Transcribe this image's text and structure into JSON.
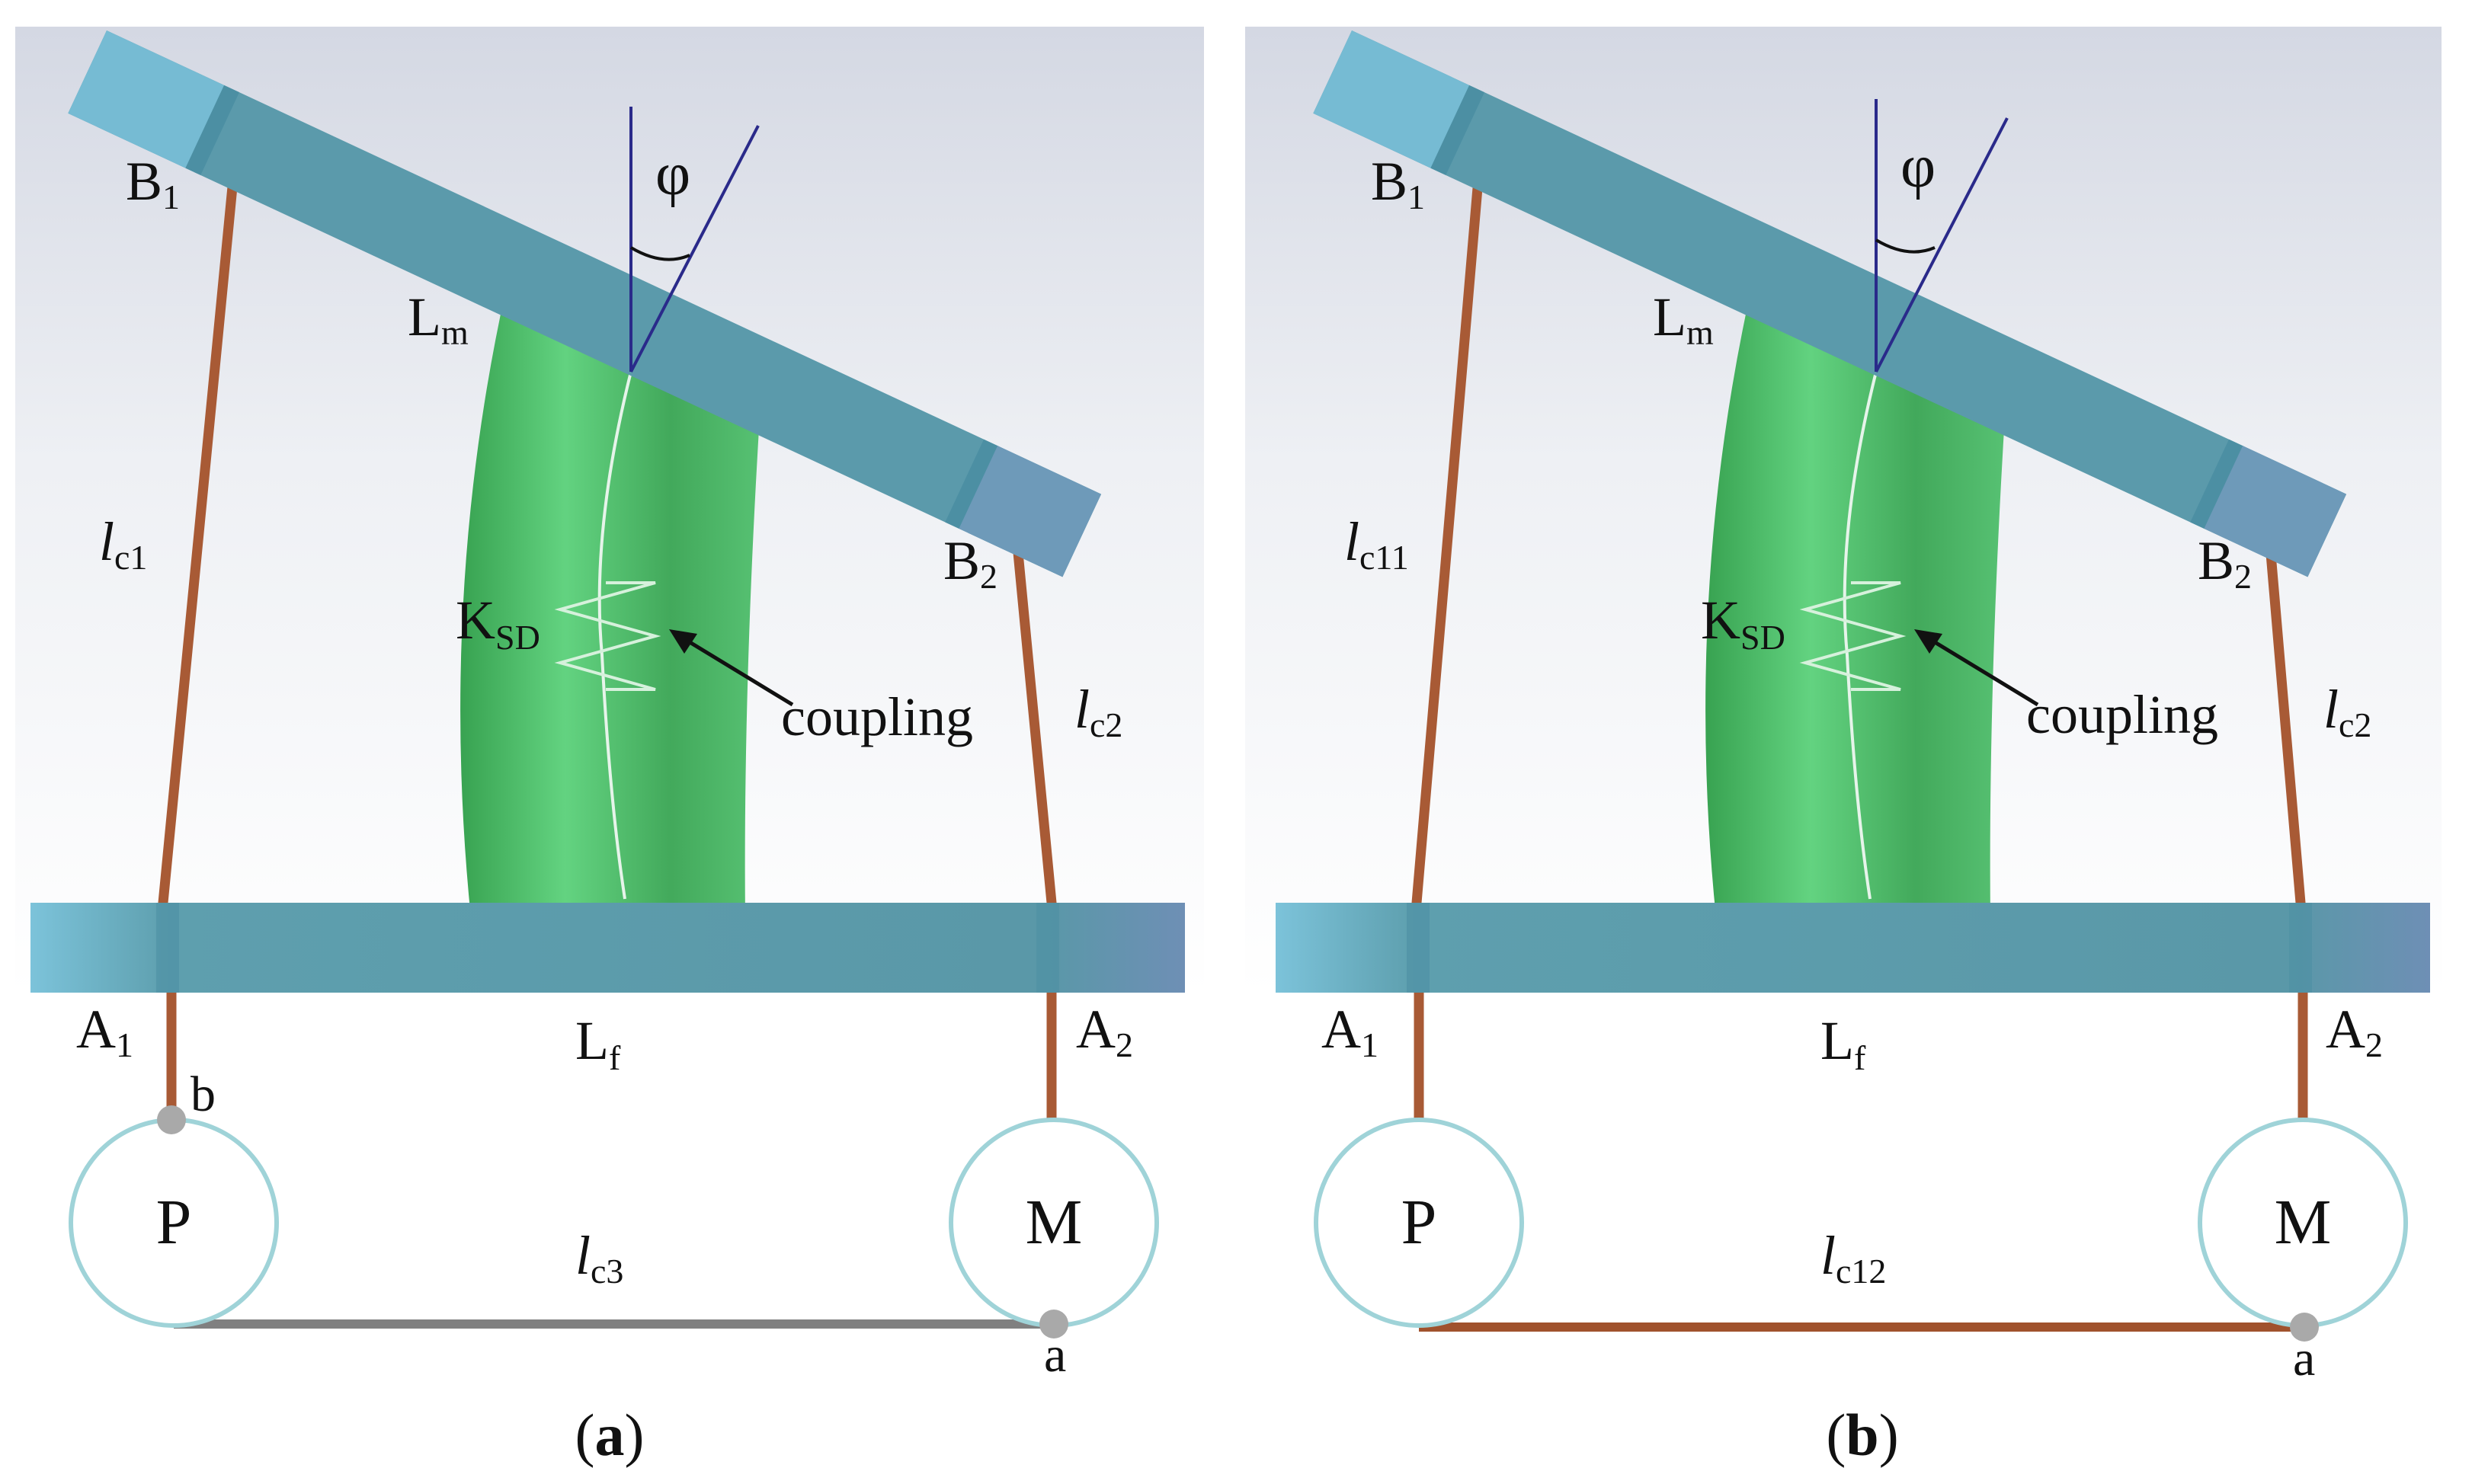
{
  "panels": [
    {
      "id": "a",
      "labels": {
        "B1": [
          "B",
          "1"
        ],
        "B2": [
          "B",
          "2"
        ],
        "A1": [
          "A",
          "1"
        ],
        "A2": [
          "A",
          "2"
        ],
        "Lm": [
          "L",
          "m"
        ],
        "Lf": [
          "L",
          "f"
        ],
        "phi": "φ",
        "ksd": [
          "K",
          "SD"
        ],
        "coupling": "coupling",
        "left_cable": [
          "l",
          "c1"
        ],
        "right_cable": [
          "l",
          "c2"
        ],
        "bottom_cable": [
          "l",
          "c3"
        ],
        "point_a": "a",
        "point_b": "b",
        "motor_P": "P",
        "motor_M": "M"
      },
      "caption": {
        "open": "(",
        "letter": "a",
        "close": ")"
      },
      "bottom_cable_color": "#808080"
    },
    {
      "id": "b",
      "labels": {
        "B1": [
          "B",
          "1"
        ],
        "B2": [
          "B",
          "2"
        ],
        "A1": [
          "A",
          "1"
        ],
        "A2": [
          "A",
          "2"
        ],
        "Lm": [
          "L",
          "m"
        ],
        "Lf": [
          "L",
          "f"
        ],
        "phi": "φ",
        "ksd": [
          "K",
          "SD"
        ],
        "coupling": "coupling",
        "left_cable": [
          "l",
          "c11"
        ],
        "right_cable": [
          "l",
          "c2"
        ],
        "bottom_cable": [
          "l",
          "c12"
        ],
        "point_a": "a",
        "motor_P": "P",
        "motor_M": "M"
      },
      "caption": {
        "open": "(",
        "letter": "b",
        "close": ")"
      },
      "bottom_cable_color": "#A0522D"
    }
  ],
  "colors": {
    "plate": "#5B9AAB",
    "plate_edge": "#3F7F91",
    "body": "#3FAE57",
    "cable": "#A85A35",
    "angle_line": "#2A2A8A",
    "motor_ring": "#9FD3D8",
    "joint": "#A9A9A9"
  }
}
